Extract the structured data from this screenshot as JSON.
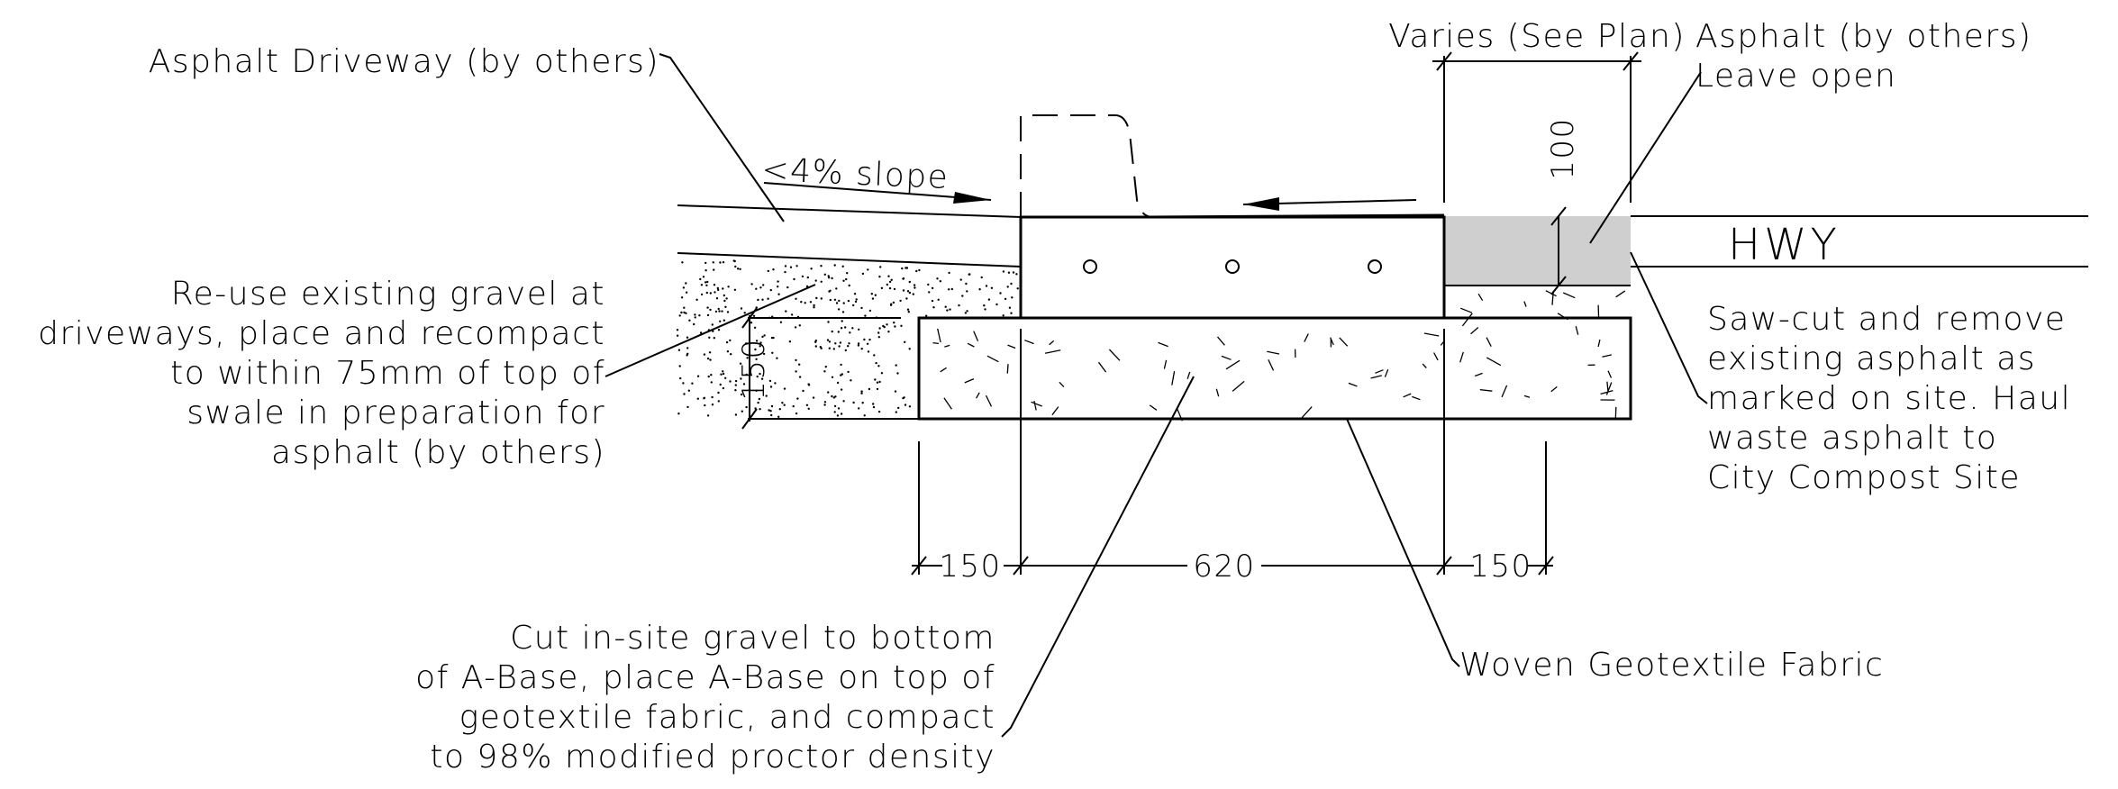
{
  "labels": {
    "asphalt_driveway": "Asphalt Driveway (by others)",
    "slope": "<4% slope",
    "varies": "Varies (See Plan)",
    "asphalt_right_1": "Asphalt (by others)",
    "asphalt_right_2": "Leave open",
    "hwy": "HWY",
    "reuse_1": "Re-use existing gravel at",
    "reuse_2": "driveways, place and recompact",
    "reuse_3": "to within 75mm of top of",
    "reuse_4": "swale in preparation for",
    "reuse_5": "asphalt (by others)",
    "sawcut_1": "Saw-cut and remove",
    "sawcut_2": "existing asphalt as",
    "sawcut_3": "marked on site. Haul",
    "sawcut_4": "waste asphalt to",
    "sawcut_5": "City Compost Site",
    "cut_1": "Cut in-site gravel to bottom",
    "cut_2": "of A-Base, place A-Base on top of",
    "cut_3": "geotextile fabric, and compact",
    "cut_4": "to 98% modified proctor density",
    "woven": "Woven Geotextile Fabric"
  },
  "dimensions": {
    "d100": "100",
    "d150_vertical": "150",
    "d150_left": "150",
    "d620": "620",
    "d150_right": "150"
  }
}
